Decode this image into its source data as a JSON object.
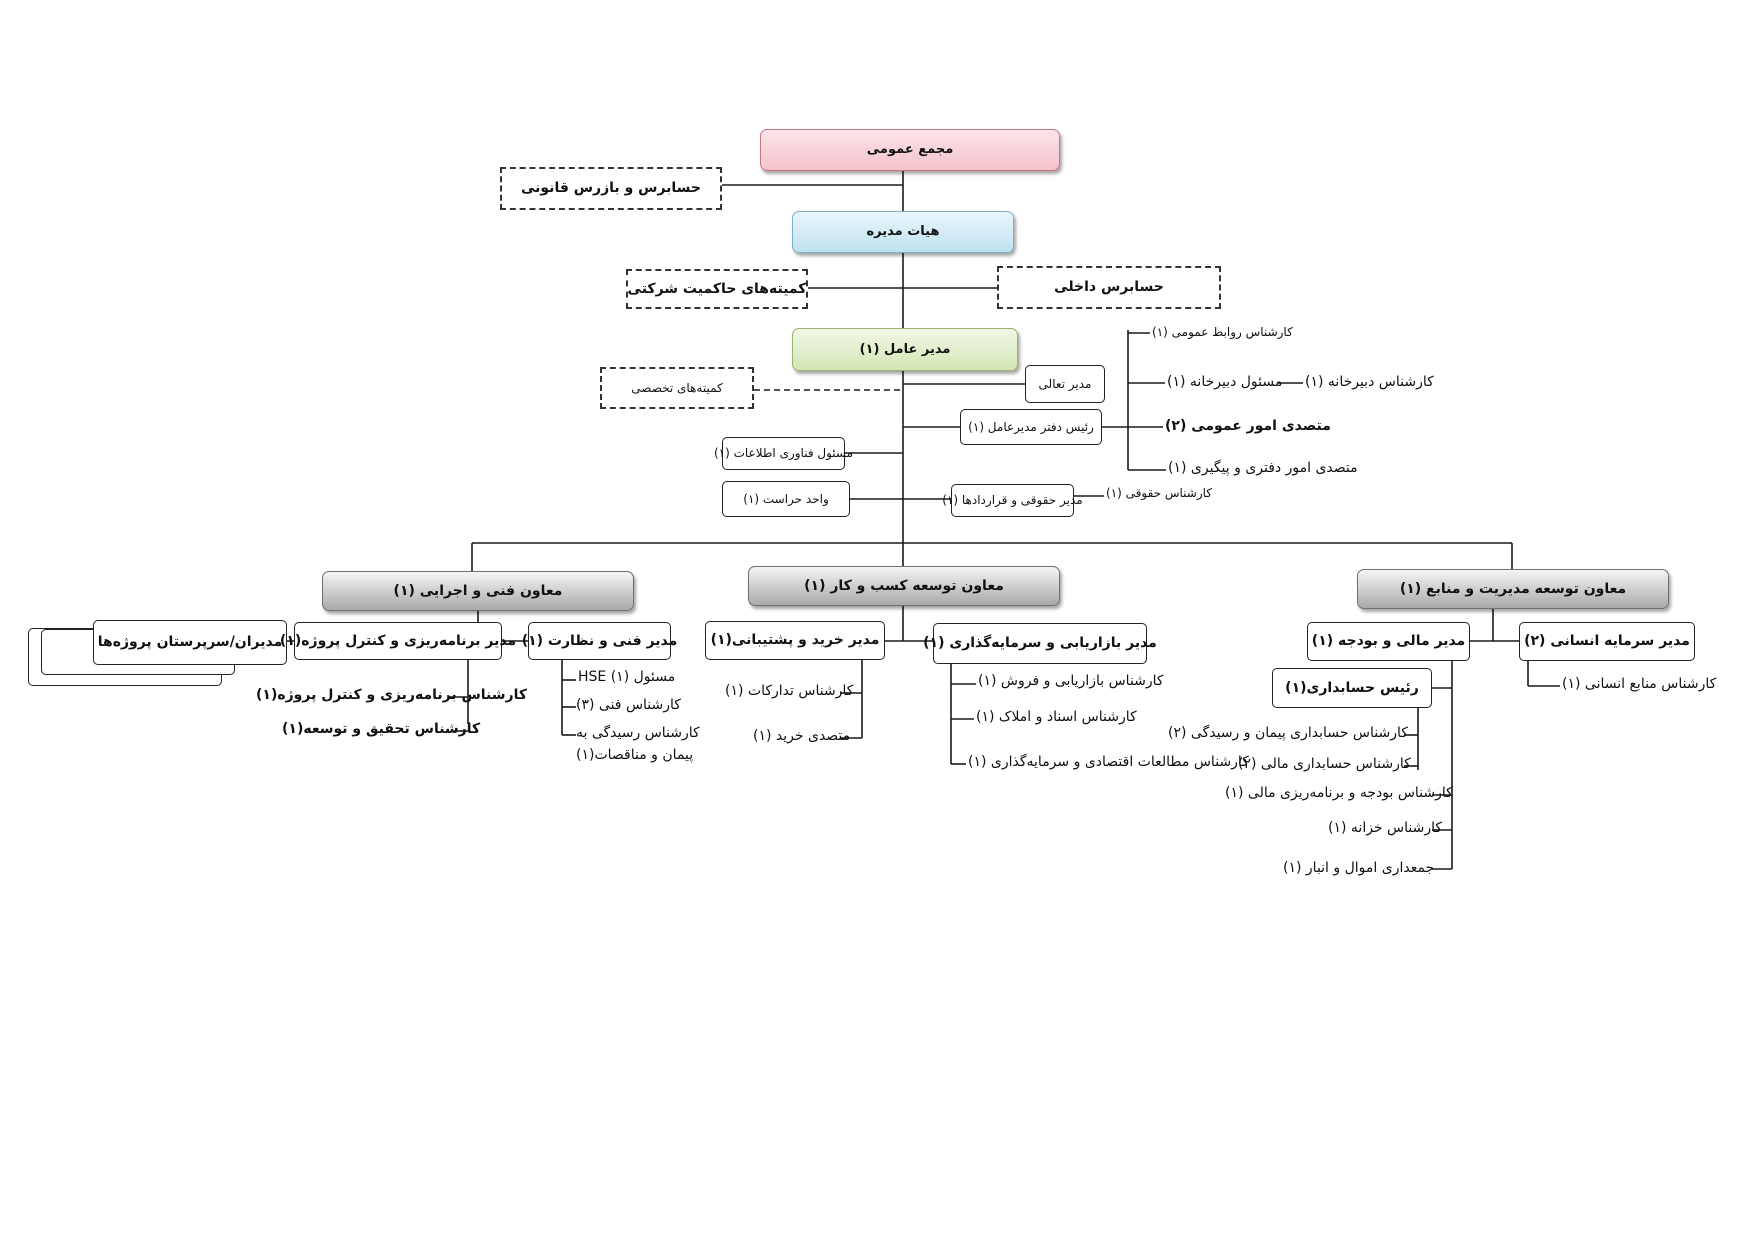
{
  "nodes": {
    "general_assembly": "مجمع عمومی",
    "auditor_legal": "حسابرس و بازرس قانونی",
    "board": "هیات مدیره",
    "governance_committees": "کمیته‌های حاکمیت شرکتی",
    "internal_auditor": "حسابرس داخلی",
    "ceo": "مدیر عامل (۱)",
    "specialized_committees": "کمیته‌های تخصصی",
    "excellence_manager": "مدیر تعالی",
    "ceo_office_head": "رئیس دفتر مدیرعامل (۱)",
    "it_officer": "مسئول فناوری اطلاعات (۱)",
    "security_unit": "واحد حراست (۱)",
    "legal_manager": "مدیر حقوقی و قراردادها (۱)",
    "vp_technical": "معاون فنی و اجرایی (۱)",
    "vp_business": "معاون توسعه کسب و کار (۱)",
    "vp_management": "معاون توسعه مدیریت و منابع (۱)",
    "project_managers": "مدیران/سرپرستان پروژه‌ها",
    "planning_manager": "مدیر برنامه‌ریزی و کنترل پروژه(۱)",
    "technical_manager": "مدیر فنی و نظارت (۱)",
    "purchase_manager": "مدیر خرید و پشتیبانی(۱)",
    "marketing_manager": "مدیر بازاریابی و سرمایه‌گذاری (۱)",
    "finance_manager": "مدیر مالی و بودجه (۱)",
    "hr_manager": "مدیر سرمایه انسانی (۲)",
    "accounting_head": "رئیس حسابداری(۱)"
  },
  "labels": {
    "pr_expert": "کارشناس روابط عمومی (۱)",
    "secretariat_head": "مسئول دبیرخانه (۱)",
    "secretariat_expert": "کارشناس دبیرخانه (۱)",
    "general_affairs": "متصدی امور عمومی (۲)",
    "office_affairs": "متصدی امور دفتری و پیگیری (۱)",
    "legal_expert": "کارشناس حقوقی (۱)",
    "planning_expert": "کارشناس برنامه‌ریزی و کنترل پروژه(۱)",
    "research_expert": "کارشناس تحقیق و توسعه(۱)",
    "hse_officer": "مسئول HSE (۱)",
    "technical_expert": "کارشناس فنی (۳)",
    "contract_review_line1": "کارشناس رسیدگی به",
    "contract_review_line2": "پیمان و مناقصات(۱)",
    "procurement_expert": "کارشناس تدارکات (۱)",
    "purchase_clerk": "متصدی خرید (۱)",
    "marketing_expert": "کارشناس بازاریابی و فروش (۱)",
    "documents_expert": "کارشناس اسناد و املاک (۱)",
    "economic_expert": "کارشناس مطالعات اقتصادی و سرمایه‌گذاری (۱)",
    "contract_accounting": "کارشناس حسابداری پیمان و رسیدگی (۲)",
    "financial_accounting": "کارشناس حسابداری مالی (۲)",
    "budget_expert": "کارشناس بودجه و برنامه‌ریزی مالی (۱)",
    "treasury_expert": "کارشناس خزانه (۱)",
    "warehouse_clerk": "جمعداری اموال و انبار (۱)",
    "hr_expert": "کارشناس منابع انسانی (۱)"
  },
  "colors": {
    "line": "#1a1a1a",
    "general_assembly": "#f4c3cc",
    "board": "#bfe2f1",
    "ceo": "#d4e6b5",
    "vice_president": "#a9a9a9"
  }
}
